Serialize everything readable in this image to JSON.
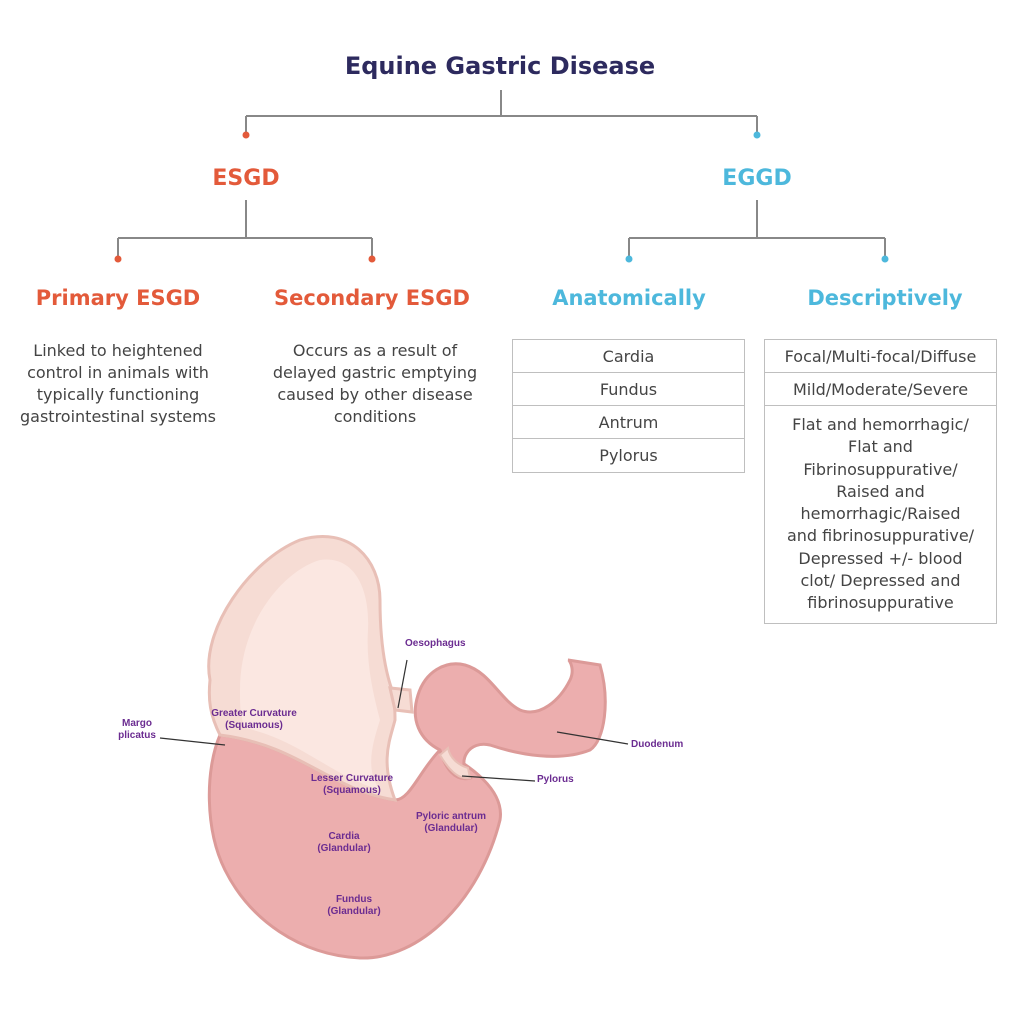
{
  "title": "Equine Gastric Disease",
  "branches": {
    "esgd": {
      "label": "ESGD",
      "primary": {
        "label": "Primary ESGD",
        "desc": [
          "Linked to heightened",
          "control in animals with",
          "typically functioning",
          "gastrointestinal systems"
        ]
      },
      "secondary": {
        "label": "Secondary ESGD",
        "desc": [
          "Occurs as a result of",
          "delayed gastric emptying",
          "caused by other disease",
          "conditions"
        ]
      }
    },
    "eggd": {
      "label": "EGGD",
      "anatomically": {
        "label": "Anatomically",
        "items": [
          "Cardia",
          "Fundus",
          "Antrum",
          "Pylorus"
        ]
      },
      "descriptively": {
        "label": "Descriptively",
        "items": [
          "Focal/Multi-focal/Diffuse",
          "Mild/Moderate/Severe",
          [
            "Flat and hemorrhagic/",
            "Flat and",
            "Fibrinosuppurative/",
            "Raised and",
            "hemorrhagic/Raised",
            "and fibrinosuppurative/",
            "Depressed +/- blood",
            "clot/ Depressed and",
            "fibrinosuppurative"
          ]
        ]
      }
    }
  },
  "stomach_labels": {
    "oesophagus": "Oesophagus",
    "greater_curvature": [
      "Greater Curvature",
      "(Squamous)"
    ],
    "margo_plicatus": [
      "Margo",
      "plicatus"
    ],
    "lesser_curvature": [
      "Lesser Curvature",
      "(Squamous)"
    ],
    "cardia": [
      "Cardia",
      "(Glandular)"
    ],
    "fundus": [
      "Fundus",
      "(Glandular)"
    ],
    "pyloric_antrum": [
      "Pyloric antrum",
      "(Glandular)"
    ],
    "pylorus": "Pylorus",
    "duodenum": "Duodenum"
  },
  "colors": {
    "title": "#2d2a5e",
    "esgd": "#e35a3a",
    "eggd": "#4db8dc",
    "label": "#6b2c91",
    "line": "#888888"
  }
}
